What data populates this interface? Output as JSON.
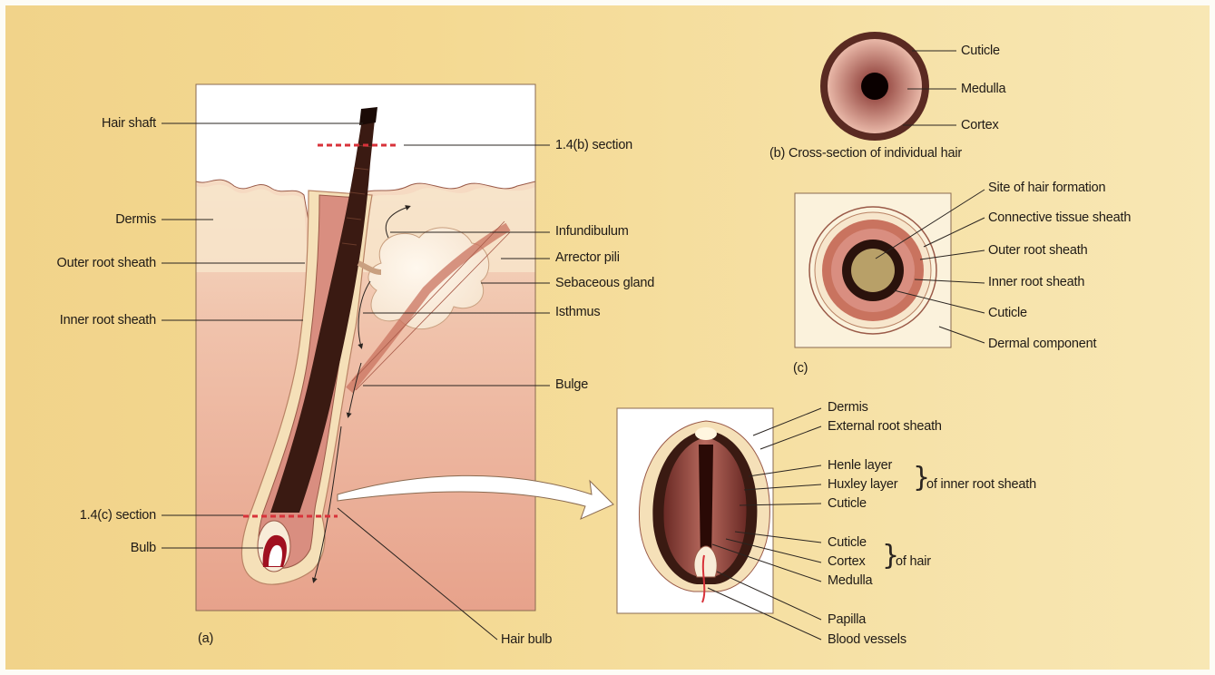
{
  "figure": {
    "panel_a": {
      "caption": "(a)",
      "labels": {
        "hair_shaft": "Hair shaft",
        "section_b": "1.4(b) section",
        "dermis": "Dermis",
        "outer_root_sheath": "Outer root sheath",
        "inner_root_sheath": "Inner root sheath",
        "infundibulum": "Infundibulum",
        "arrector_pili": "Arrector pili",
        "sebaceous_gland": "Sebaceous gland",
        "isthmus": "Isthmus",
        "bulge": "Bulge",
        "section_c": "1.4(c) section",
        "bulb": "Bulb",
        "hair_bulb": "Hair bulb"
      }
    },
    "panel_b": {
      "caption": "(b) Cross-section of individual hair",
      "labels": {
        "cuticle": "Cuticle",
        "medulla": "Medulla",
        "cortex": "Cortex"
      }
    },
    "panel_c": {
      "caption": "(c)",
      "labels": {
        "site": "Site of hair formation",
        "connective": "Connective tissue sheath",
        "outer": "Outer root sheath",
        "inner": "Inner root sheath",
        "cuticle": "Cuticle",
        "dermal": "Dermal component"
      }
    },
    "panel_d": {
      "labels": {
        "dermis": "Dermis",
        "external": "External root sheath",
        "henle": "Henle layer",
        "huxley": "Huxley layer",
        "cuticle_irs": "Cuticle",
        "group_irs": "of inner root sheath",
        "cuticle_hair": "Cuticle",
        "cortex": "Cortex",
        "medulla": "Medulla",
        "group_hair": "of hair",
        "papilla": "Papilla",
        "blood_vessels": "Blood vessels"
      }
    },
    "colors": {
      "background": "#f4d992",
      "skin_pink": "#e8a58f",
      "dermis_cream": "#f7e2c4",
      "hair_dark": "#3a1a12",
      "section_line": "#d8323a"
    }
  }
}
